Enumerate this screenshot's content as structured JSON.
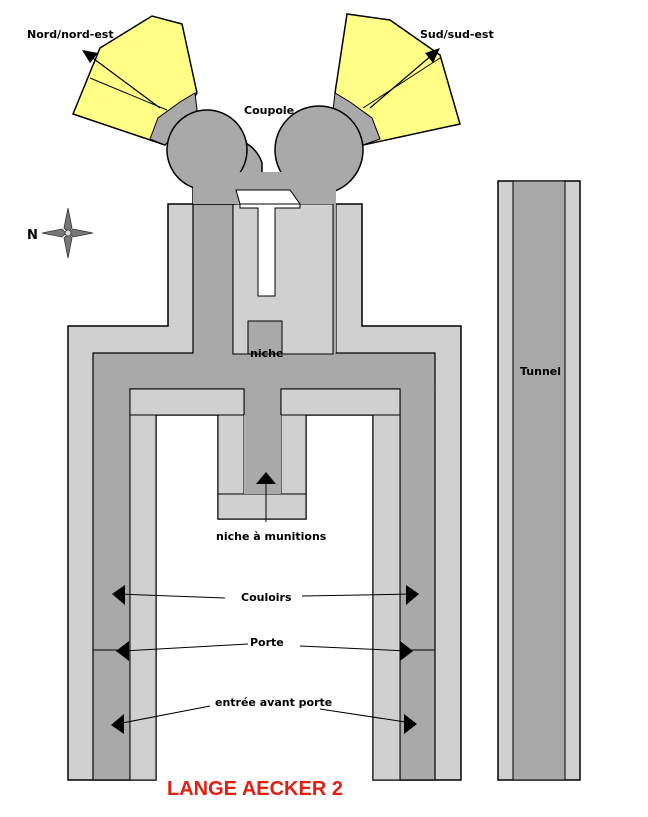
{
  "title": "LANGE AECKER 2",
  "colors": {
    "outer_wall": "#d0d0d0",
    "inner_corridor": "#a9a9a9",
    "firing_sector": "#ffff88",
    "title": "#e02010",
    "outline": "#000000"
  },
  "labels": {
    "north_northeast": "Nord/nord-est",
    "south_southeast": "Sud/sud-est",
    "cupola": "Coupole",
    "north_marker": "N",
    "niche": "niche",
    "tunnel": "Tunnel",
    "ammo_niche": "niche à munitions",
    "corridors": "Couloirs",
    "door": "Porte",
    "entrance_before_door": "entrée avant porte"
  },
  "icons": [
    "compass-rose-icon",
    "arrow-icon"
  ]
}
